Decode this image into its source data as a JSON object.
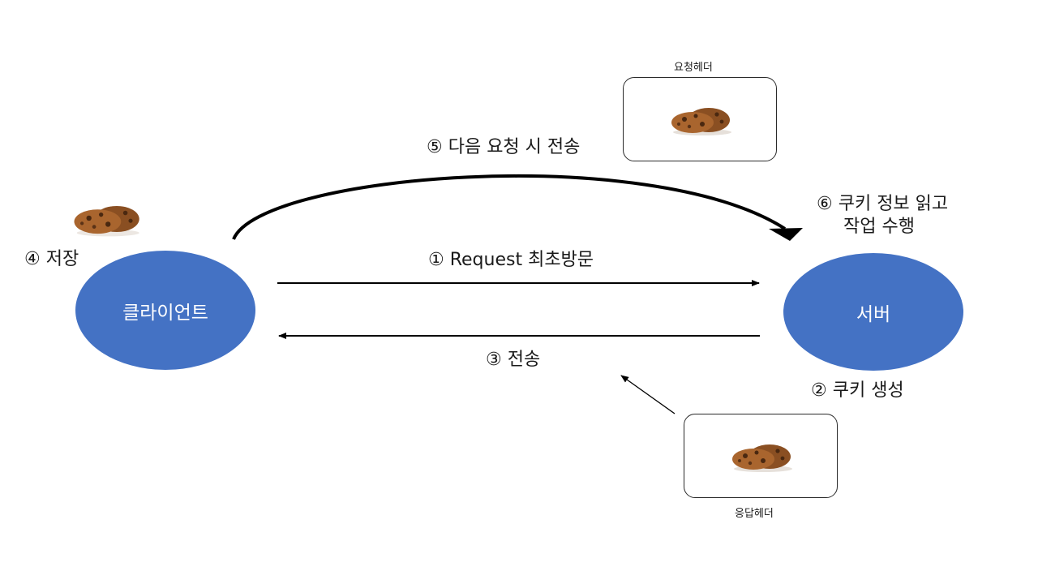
{
  "nodes": {
    "client": "클라이언트",
    "server": "서버"
  },
  "steps": {
    "s1": "① Request 최초방문",
    "s2": "② 쿠키 생성",
    "s3": "③ 전송",
    "s4": "④ 저장",
    "s5": "⑤ 다음 요청 시 전송",
    "s6_line1": "⑥ 쿠키 정보 읽고",
    "s6_line2": "작업 수행"
  },
  "headers": {
    "request": "요청헤더",
    "response": "응답헤더"
  },
  "colors": {
    "node_fill": "#4472c4",
    "cookie_dark": "#5a3216",
    "cookie_light": "#a9652e"
  }
}
